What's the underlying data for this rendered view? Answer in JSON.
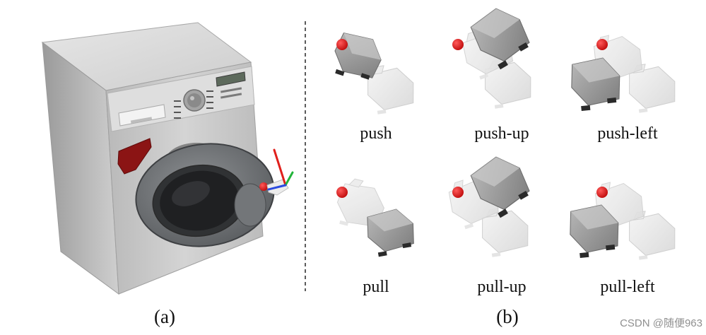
{
  "panels": {
    "a": {
      "label": "(a)"
    },
    "b": {
      "label": "(b)"
    }
  },
  "actions": [
    {
      "label": "push"
    },
    {
      "label": "push-up"
    },
    {
      "label": "push-left"
    },
    {
      "label": "pull"
    },
    {
      "label": "pull-up"
    },
    {
      "label": "pull-left"
    }
  ],
  "watermark": "CSDN @随便963",
  "colors": {
    "marker": "#d41414",
    "handle": "#8b1414",
    "axis_x": "#e0201c",
    "axis_y": "#22b43a",
    "axis_z": "#2a4be0"
  }
}
